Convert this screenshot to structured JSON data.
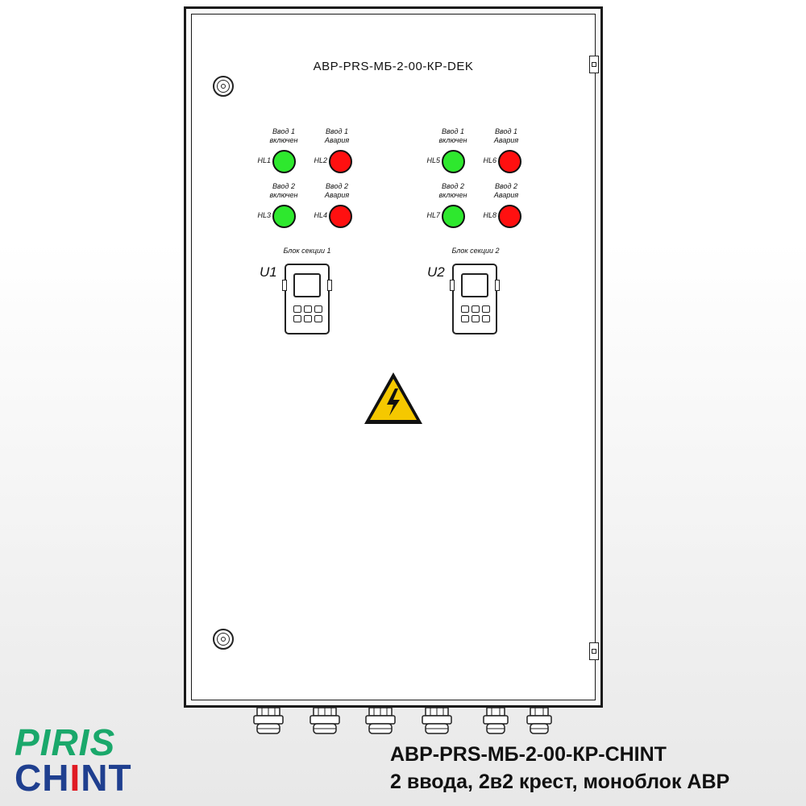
{
  "cabinet": {
    "title": "АВР-PRS-МБ-2-00-КР-DEK"
  },
  "indicators": [
    {
      "code": "HL1",
      "caption_line1": "Ввод 1",
      "caption_line2": "включен",
      "color": "#2ee82e",
      "icon": "green-lamp-icon"
    },
    {
      "code": "HL2",
      "caption_line1": "Ввод 1",
      "caption_line2": "Авария",
      "color": "#ff1010",
      "icon": "red-lamp-icon"
    },
    {
      "code": "HL3",
      "caption_line1": "Ввод 2",
      "caption_line2": "включен",
      "color": "#2ee82e",
      "icon": "green-lamp-icon"
    },
    {
      "code": "HL4",
      "caption_line1": "Ввод 2",
      "caption_line2": "Авария",
      "color": "#ff1010",
      "icon": "red-lamp-icon"
    },
    {
      "code": "HL5",
      "caption_line1": "Ввод 1",
      "caption_line2": "включен",
      "color": "#2ee82e",
      "icon": "green-lamp-icon"
    },
    {
      "code": "HL6",
      "caption_line1": "Ввод 1",
      "caption_line2": "Авария",
      "color": "#ff1010",
      "icon": "red-lamp-icon"
    },
    {
      "code": "HL7",
      "caption_line1": "Ввод 2",
      "caption_line2": "включен",
      "color": "#2ee82e",
      "icon": "green-lamp-icon"
    },
    {
      "code": "HL8",
      "caption_line1": "Ввод 2",
      "caption_line2": "Авария",
      "color": "#ff1010",
      "icon": "red-lamp-icon"
    }
  ],
  "controllers": [
    {
      "code": "U1",
      "title": "Блок секции 1"
    },
    {
      "code": "U2",
      "title": "Блок секции 2"
    }
  ],
  "warning": {
    "icon": "high-voltage-warning-icon",
    "color": "#f5c800"
  },
  "brand": {
    "line1": "PIRIS",
    "line2_part1": "CH",
    "line2_accent": "I",
    "line2_part2": "NT",
    "color_green": "#1aa86b",
    "color_blue": "#1f3f8f",
    "color_red": "#e01b24"
  },
  "product": {
    "name": "АВР-PRS-МБ-2-00-КР-CHINT",
    "description": "2 ввода, 2в2 крест, моноблок АВР"
  }
}
